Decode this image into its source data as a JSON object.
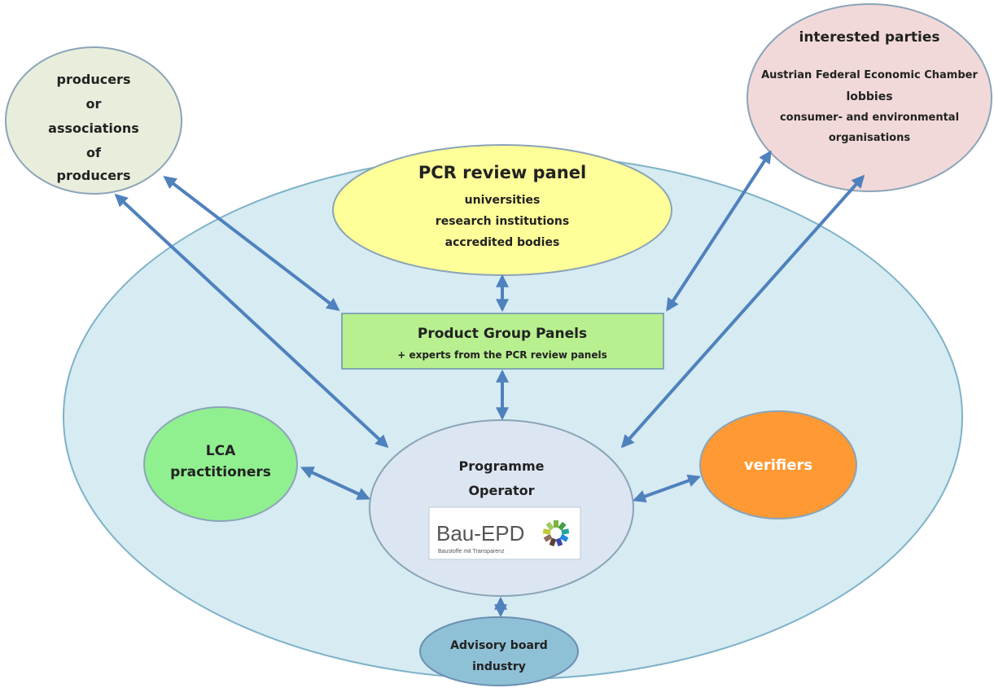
{
  "colors": {
    "big_ellipse": "#d6ebf2",
    "producers": "#e9eedc",
    "interested": "#f2d9d9",
    "pcr": "#ffff99",
    "pgp": "#b8f090",
    "lca": "#90f090",
    "operator": "#dce6f2",
    "verifiers": "#ff9933",
    "advisory": "#8fc1d6",
    "arrow": "#4f81bd"
  },
  "nodes": {
    "producers": {
      "lines": [
        "producers",
        "or",
        "associations",
        "of",
        "producers"
      ]
    },
    "interested": {
      "title": "interested parties",
      "lines": [
        "Austrian Federal Economic Chamber",
        "lobbies",
        "consumer- and environmental",
        "organisations"
      ]
    },
    "pcr": {
      "title": "PCR review panel",
      "lines": [
        "universities",
        "research institutions",
        "accredited bodies"
      ]
    },
    "pgp": {
      "title": "Product Group Panels",
      "subtitle": "+ experts from the PCR review panels"
    },
    "lca": {
      "lines": [
        "LCA",
        "practitioners"
      ]
    },
    "operator": {
      "lines": [
        "Programme",
        "Operator"
      ],
      "logo_text": "Bau-EPD",
      "logo_sub": "Baustoffe mit Transparenz"
    },
    "verifiers": {
      "label": "verifiers"
    },
    "advisory": {
      "lines": [
        "Advisory board",
        "industry"
      ]
    }
  }
}
